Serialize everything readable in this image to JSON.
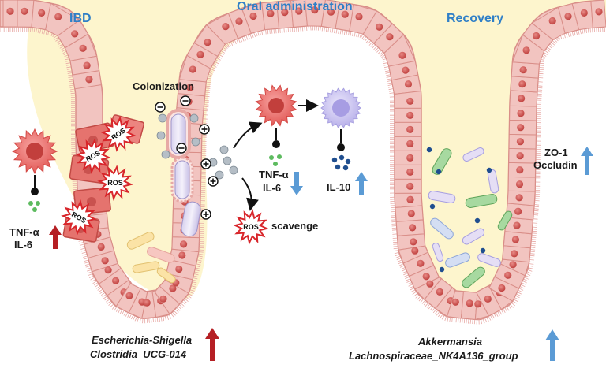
{
  "sections": {
    "ibd": "IBD",
    "oral": "Oral administration",
    "recovery": "Recovery"
  },
  "labels": {
    "colonization": "Colonization",
    "scavenge": "scavenge",
    "ros": "ROS",
    "tnf_left": "TNF-α",
    "il6_left": "IL-6",
    "tnf_mid": "TNF-α",
    "il6_mid": "IL-6",
    "il10": "IL-10",
    "zo1": "ZO-1",
    "occludin": "Occludin"
  },
  "bacteria": {
    "ibd_line1": "Escherichia-Shigella",
    "ibd_line2": "Clostridia_UCG-014",
    "rec_line1": "Akkermansia",
    "rec_line2": "Lachnospiraceae_NK4A136_group"
  },
  "colors": {
    "up_red": "#b51f24",
    "up_blue": "#5b9bd5",
    "title_blue": "#2f7fc7",
    "tissue": "#f2c4c0",
    "cell_border": "#d98e88",
    "nucleus": "#c9524f",
    "lumen_glow": "#fdf3c4"
  }
}
